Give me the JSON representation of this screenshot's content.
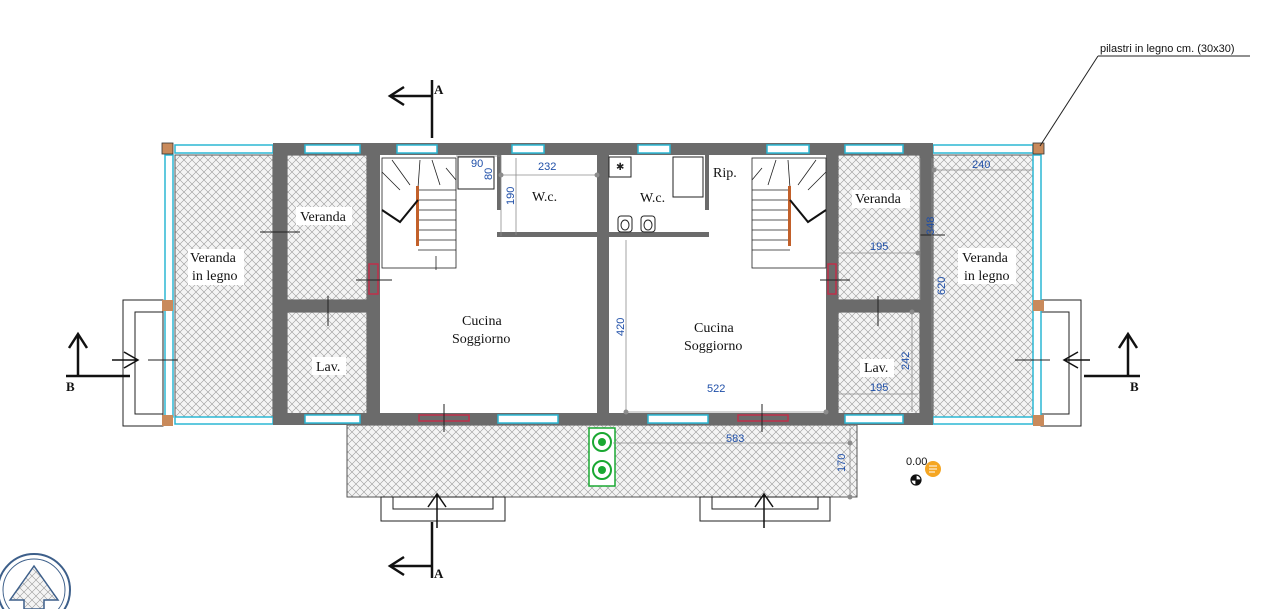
{
  "rooms": {
    "veranda_legno_left": [
      "Veranda",
      "in legno"
    ],
    "veranda_left": "Veranda",
    "lav_left": "Lav.",
    "cucina_left": [
      "Cucina",
      "Soggiorno"
    ],
    "wc_left": "W.c.",
    "wc_right": "W.c.",
    "rip": "Rip.",
    "cucina_right": [
      "Cucina",
      "Soggiorno"
    ],
    "veranda_right": "Veranda",
    "lav_right": "Lav.",
    "veranda_legno_right": [
      "Veranda",
      "in legno"
    ]
  },
  "dimensions": {
    "d90": "90",
    "d80": "80",
    "d232": "232",
    "d190": "190",
    "d420": "420",
    "d522": "522",
    "d583": "583",
    "d170": "170",
    "d240": "240",
    "d348": "348",
    "d620": "620",
    "d195a": "195",
    "d242": "242",
    "d195b": "195"
  },
  "annotations": {
    "pillar_note": "pilastri in legno cm. (30x30)",
    "elevation": "0.00"
  },
  "sections": {
    "a_top": "A",
    "a_bottom": "A",
    "b_left": "B",
    "b_right": "B"
  },
  "colors": {
    "wall": "#6b6b6b",
    "window": "#2bb7d4",
    "door": "#c0304a",
    "dimension_text": "#1f4fa8",
    "plant": "#1aa832",
    "marker": "#f5a623"
  },
  "icons": [
    "north-arrow-icon",
    "comment-marker-icon",
    "elevation-marker-icon",
    "plant-icon",
    "toilet-icon",
    "shower-icon"
  ]
}
